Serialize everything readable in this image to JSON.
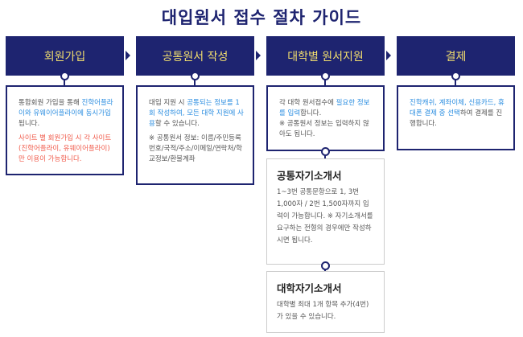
{
  "title": "대입원서 접수 절차 가이드",
  "steps": [
    {
      "label": "회원가입",
      "body": [
        {
          "t": "통합회원 가입을 통해 ",
          "c": ""
        },
        {
          "t": "진학어플라이와 유웨이어플라이에 동시가입",
          "c": "blue"
        },
        {
          "t": "됩니다.",
          "c": ""
        }
      ],
      "note": "사이트 별 회원가입 시 각 사이트(진학어플라이, 유웨이어플라이)만 이용이 가능합니다."
    },
    {
      "label": "공통원서 작성",
      "body_a": "대입 지원 시 ",
      "body_b": "공통되는 정보를 1회 작성하여, 모든 대학 지원에 사용",
      "body_c": "할 수 있습니다.",
      "note": "※ 공통원서 정보: 이름/주민등록번호/국적/주소/이메일/연락처/학교정보/환불계좌"
    },
    {
      "label": "대학별 원서지원",
      "body_a": "각 대학 원서접수에 ",
      "body_b": "필요한 정보를 입력",
      "body_c": "합니다.",
      "note": "※ 공통원서 정보는 입력하지 않아도 됩니다."
    },
    {
      "label": "결제",
      "body_a": "진학캐쉬, 계좌이체, 신용카드, 휴대폰 결제 중 선택",
      "body_c": "하여 결제를 진행합니다."
    }
  ],
  "sub": [
    {
      "title": "공통자기소개서",
      "text": "1~3번 공통문항으로 1, 3번 1,000자 / 2번 1,500자까지 입력이 가능합니다. ※ 자기소개서를 요구하는 전형의 경우에만 작성하시면 됩니다."
    },
    {
      "title": "대학자기소개서",
      "text": "대학별 최대 1개 항목 추가(4번)가 있을 수 있습니다."
    }
  ],
  "colors": {
    "navy": "#1e2470",
    "yellow": "#f3df6e",
    "blue": "#2a8de0",
    "red": "#f05a4a"
  }
}
